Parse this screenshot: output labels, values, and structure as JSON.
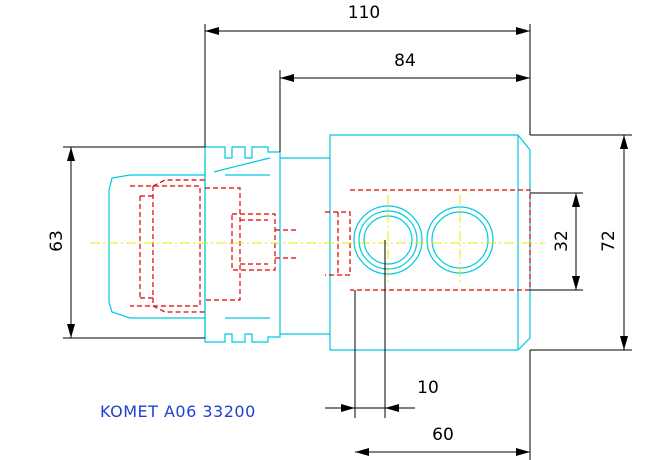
{
  "drawing": {
    "caption": "KOMET A06 33200",
    "dimensions": {
      "overall_length": "110",
      "body_length": "84",
      "shank_diameter": "63",
      "body_height": "72",
      "bore_height": "32",
      "offset": "10",
      "bore_length": "60"
    },
    "colors": {
      "outline": "#00c8e0",
      "hidden_lines": "#e00000",
      "center_lines": "#e8e800",
      "dimension_lines": "#000000",
      "caption": "#1f3fd6"
    }
  }
}
